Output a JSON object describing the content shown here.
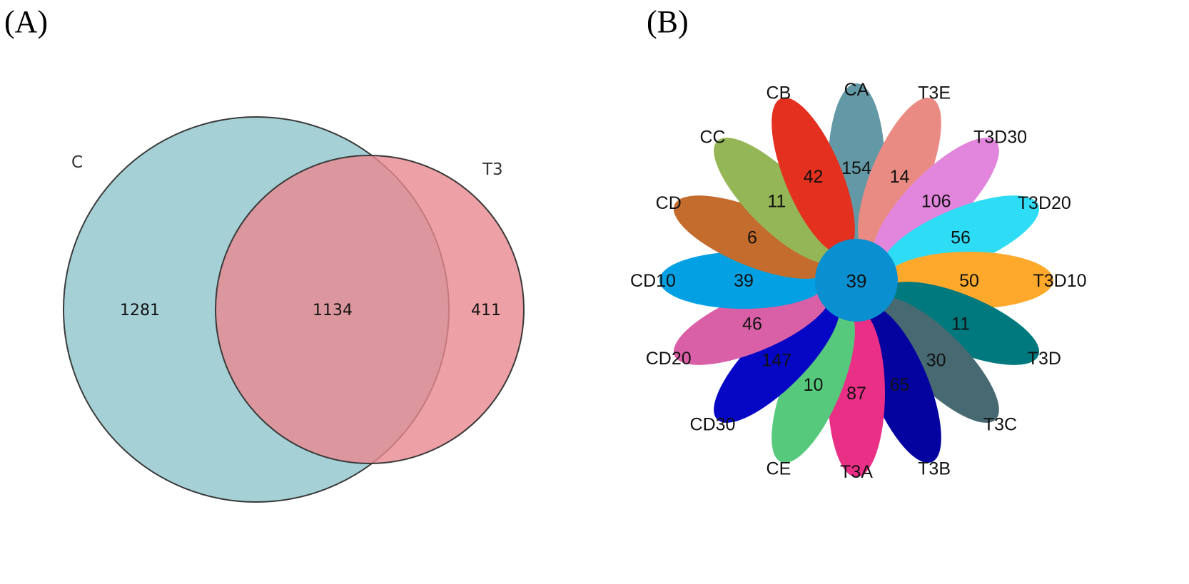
{
  "panel_a": {
    "label": "(A)",
    "venn": {
      "sets": [
        {
          "name": "C",
          "color": "#8ec6cc"
        },
        {
          "name": "T3",
          "color": "#e8888e"
        }
      ],
      "regions": [
        {
          "sets": [
            "C"
          ],
          "value": "1281"
        },
        {
          "sets": [
            "C",
            "T3"
          ],
          "value": "1134"
        },
        {
          "sets": [
            "T3"
          ],
          "value": "411"
        }
      ]
    }
  },
  "panel_b": {
    "label": "(B)",
    "core": {
      "value": "39",
      "color": "#0a8fd0"
    },
    "petals": [
      {
        "name": "CA",
        "value": "154",
        "color": "#6399a6"
      },
      {
        "name": "T3E",
        "value": "14",
        "color": "#ea8b83"
      },
      {
        "name": "T3D30",
        "value": "106",
        "color": "#e286dd"
      },
      {
        "name": "T3D20",
        "value": "56",
        "color": "#2fdcf5"
      },
      {
        "name": "T3D10",
        "value": "50",
        "color": "#ffa92c"
      },
      {
        "name": "T3D",
        "value": "11",
        "color": "#00797e"
      },
      {
        "name": "T3C",
        "value": "30",
        "color": "#476971"
      },
      {
        "name": "T3B",
        "value": "65",
        "color": "#0503a0"
      },
      {
        "name": "T3A",
        "value": "87",
        "color": "#ea2f87"
      },
      {
        "name": "CE",
        "value": "10",
        "color": "#57c97d"
      },
      {
        "name": "CD30",
        "value": "147",
        "color": "#0606c5"
      },
      {
        "name": "CD20",
        "value": "46",
        "color": "#d960a6"
      },
      {
        "name": "CD10",
        "value": "39",
        "color": "#03a0e3"
      },
      {
        "name": "CD",
        "value": "6",
        "color": "#c46c2d"
      },
      {
        "name": "CC",
        "value": "11",
        "color": "#95b656"
      },
      {
        "name": "CB",
        "value": "42",
        "color": "#e3301f"
      }
    ]
  }
}
